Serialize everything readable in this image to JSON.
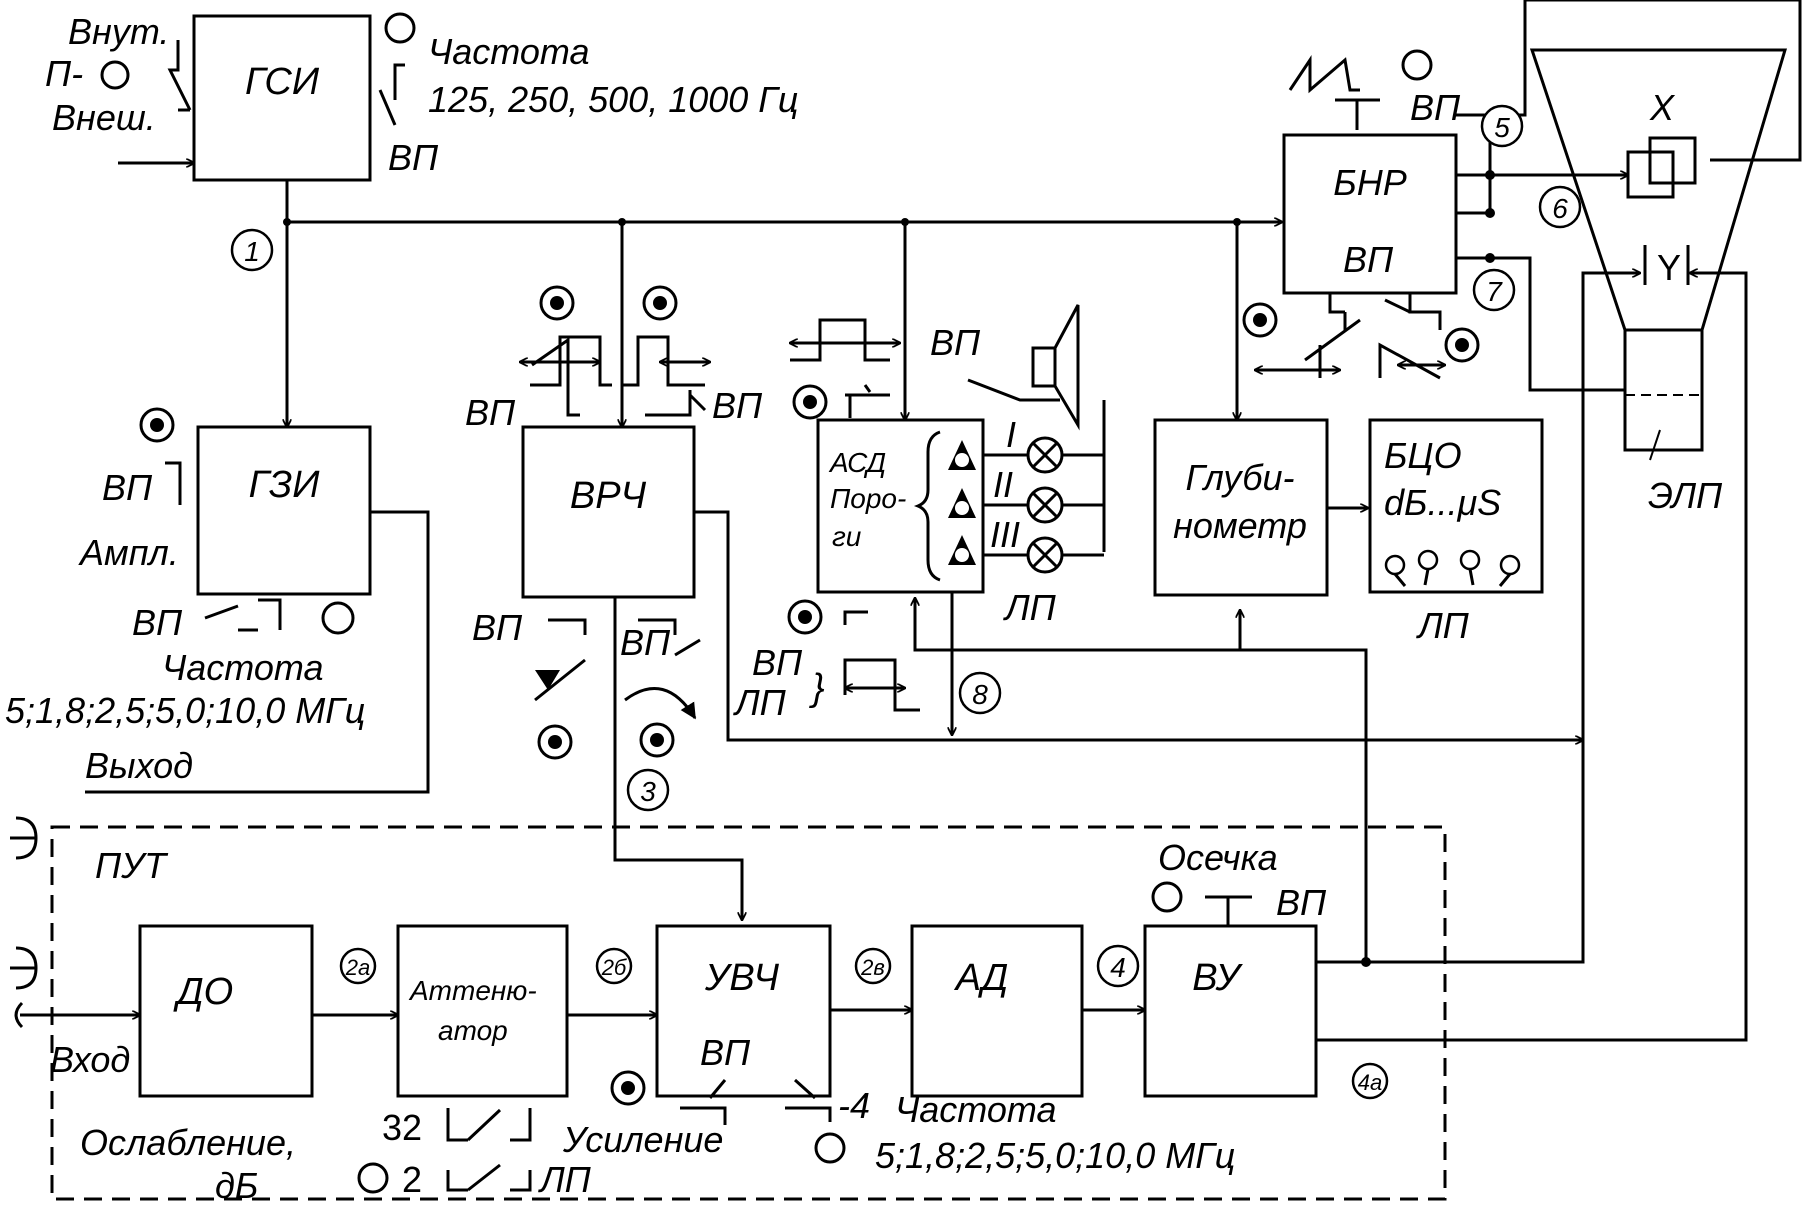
{
  "blocks": {
    "gsi": "ГСИ",
    "gzi": "ГЗИ",
    "vrch": "ВРЧ",
    "asd_l1": "АСД",
    "asd_l2": "Поро-",
    "asd_l3": "ги",
    "bnr": "БНР",
    "glub_l1": "Глуби-",
    "glub_l2": "нометр",
    "bco_l1": "БЦО",
    "bco_l2": "dБ...μS",
    "elp": "ЭЛП",
    "do": "ДО",
    "att_l1": "Аттеню-",
    "att_l2": "атор",
    "uvch": "УВЧ",
    "ad": "АД",
    "vu": "ВУ"
  },
  "labels": {
    "vnut": "Внут.",
    "p": "П-",
    "vnesh": "Внеш.",
    "freq_gsi_title": "Частота",
    "freq_gsi_values": "125, 250, 500, 1000 Гц",
    "vp": "ВП",
    "lp": "ЛП",
    "ampl": "Ампл.",
    "freq_title": "Частота",
    "freq_values": "5;1,8;2,5;5,0;10,0 МГц",
    "vyhod": "Выход",
    "put": "ПУТ",
    "vhod": "Вход",
    "oslab_l1": "Ослабление,",
    "oslab_l2": "дБ",
    "att_32": "32",
    "att_2": "2",
    "usilenie": "Усиление",
    "minus4": "-4",
    "osechka": "Осечка",
    "x": "X",
    "y": "Y",
    "roman_1": "I",
    "roman_2": "II",
    "roman_3": "III"
  },
  "nodes": {
    "n1": "1",
    "n2a": "2а",
    "n2b": "2б",
    "n2v": "2в",
    "n3": "3",
    "n4": "4",
    "n4a": "4а",
    "n5": "5",
    "n6": "6",
    "n7": "7",
    "n8": "8"
  }
}
